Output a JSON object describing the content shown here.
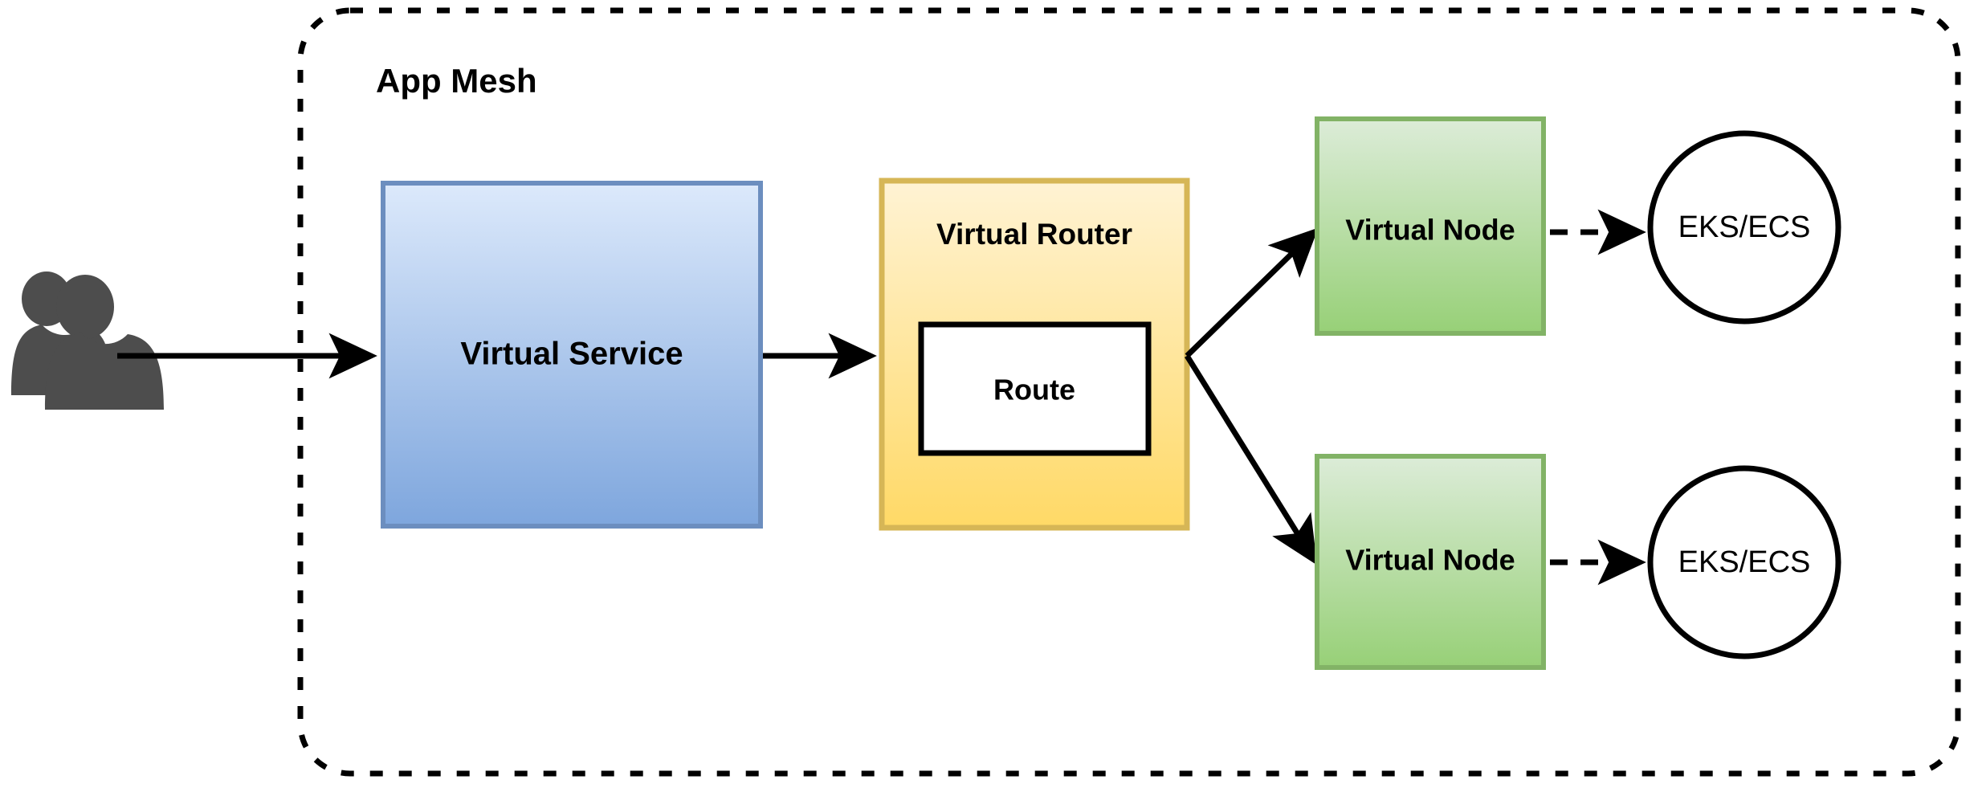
{
  "diagram": {
    "title": "App Mesh",
    "container_style": "dashed-rounded-rectangle",
    "nodes": {
      "users": {
        "icon": "users-icon",
        "label": ""
      },
      "virtual_service": {
        "label": "Virtual Service",
        "fill_top": "#dae8fc",
        "fill_bottom": "#7ea6dd",
        "stroke": "#6c8ebf"
      },
      "virtual_router": {
        "label": "Virtual Router",
        "fill_top": "#fff2cc",
        "fill_bottom": "#ffd966",
        "stroke": "#d6b656"
      },
      "route": {
        "label": "Route",
        "fill": "#ffffff",
        "stroke": "#000000"
      },
      "virtual_node_1": {
        "label": "Virtual Node",
        "fill_top": "#d5e8d4",
        "fill_bottom": "#97d077",
        "stroke": "#82b366"
      },
      "virtual_node_2": {
        "label": "Virtual Node",
        "fill_top": "#d5e8d4",
        "fill_bottom": "#97d077",
        "stroke": "#82b366"
      },
      "endpoint_1": {
        "label": "EKS/ECS",
        "fill": "#ffffff",
        "stroke": "#000000"
      },
      "endpoint_2": {
        "label": "EKS/ECS",
        "fill": "#ffffff",
        "stroke": "#000000"
      }
    },
    "edges": [
      {
        "from": "users",
        "to": "virtual_service",
        "style": "solid",
        "arrow": "triangle"
      },
      {
        "from": "virtual_service",
        "to": "virtual_router",
        "style": "solid",
        "arrow": "triangle"
      },
      {
        "from": "virtual_router",
        "to": "virtual_node_1",
        "style": "solid",
        "arrow": "triangle"
      },
      {
        "from": "virtual_router",
        "to": "virtual_node_2",
        "style": "solid",
        "arrow": "triangle"
      },
      {
        "from": "virtual_node_1",
        "to": "endpoint_1",
        "style": "dashed",
        "arrow": "triangle"
      },
      {
        "from": "virtual_node_2",
        "to": "endpoint_2",
        "style": "dashed",
        "arrow": "triangle"
      }
    ],
    "colors": {
      "line": "#000000",
      "users_icon": "#4d4d4d",
      "background": "#ffffff"
    }
  }
}
